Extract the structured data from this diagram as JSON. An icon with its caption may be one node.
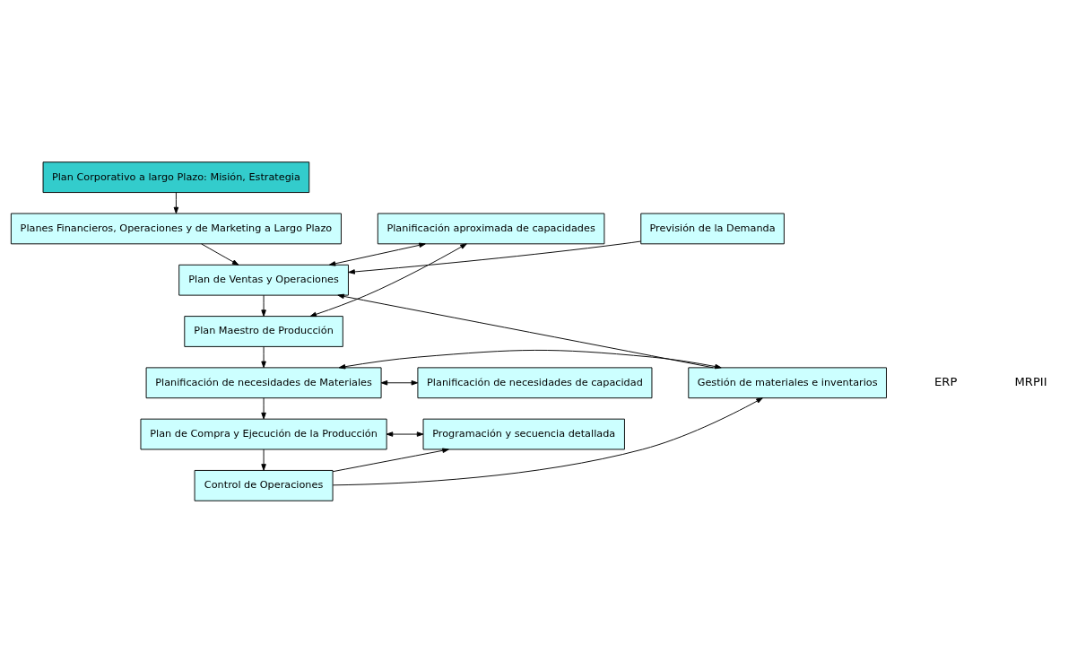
{
  "diagram": {
    "nodes": [
      {
        "text": [
          "Plan Corporativo a largo Plazo: Misión, Estrategia"
        ]
      },
      {
        "text": [
          "Previsión de la Demanda"
        ]
      },
      {
        "text": [
          "Planes Financieros, Operaciones y de Marketing a Largo Plazo"
        ]
      },
      {
        "text": [
          "Planificación aproximada de capacidades"
        ]
      },
      {
        "text": [
          "Plan de Ventas y Operaciones"
        ]
      },
      {
        "text": [
          "Plan Maestro de Producción"
        ]
      },
      {
        "text": [
          "Gestión de materiales e inventarios"
        ]
      },
      {
        "text": [
          "Planificación de necesidades de Materiales"
        ]
      },
      {
        "text": [
          "Planificación de necesidades de capacidad"
        ]
      },
      {
        "text": [
          "Plan de Compra y Ejecución de la Producción"
        ]
      },
      {
        "text": [
          "Programación y secuencia detallada"
        ]
      },
      {
        "text": [
          "Control de Operaciones"
        ]
      }
    ],
    "edges": [
      {
        "from": 0,
        "to": 2,
        "arrow": "to"
      },
      {
        "from": 1,
        "to": 4,
        "arrow": "to"
      },
      {
        "from": 2,
        "to": 4,
        "arrow": "to"
      },
      {
        "from": 4,
        "to": 3,
        "arrow": "both"
      },
      {
        "from": 5,
        "to": 3,
        "arrow": "both"
      },
      {
        "from": 4,
        "to": 5,
        "arrow": "to"
      },
      {
        "from": 5,
        "to": 7,
        "arrow": "to"
      },
      {
        "from": 6,
        "to": 4,
        "arrow": "to"
      },
      {
        "from": 7,
        "to": 6,
        "arrow": "both"
      },
      {
        "from": 7,
        "to": 8,
        "arrow": "both"
      },
      {
        "from": 7,
        "to": 9,
        "arrow": "to"
      },
      {
        "from": 9,
        "to": 10,
        "arrow": "both"
      },
      {
        "from": 9,
        "to": 11,
        "arrow": "to"
      },
      {
        "from": 11,
        "to": 6,
        "arrow": "to"
      },
      {
        "from": 11,
        "to": 10,
        "arrow": "to"
      }
    ],
    "labels": [
      "ERP",
      "MRPII"
    ]
  }
}
